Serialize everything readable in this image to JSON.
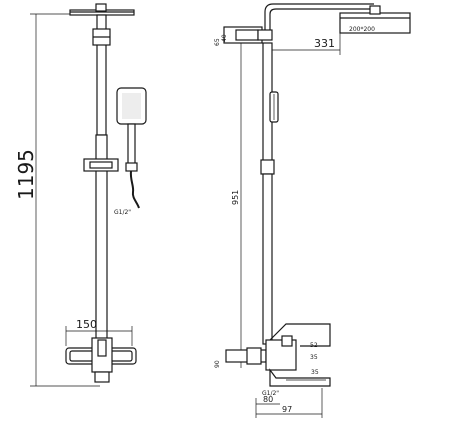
{
  "drawing": {
    "dimensions": {
      "overall_height": "1195",
      "arm_length": "331",
      "head_size": "200*200",
      "mixer_width": "150",
      "bar_height": "951",
      "left_label_top": "G1/2",
      "left_label_side": "150",
      "hose_thread": "G1/2\"",
      "outlet_thread": "G1/2\"",
      "spout_offset": "80",
      "spout_projection": "97",
      "label_35": "35",
      "label_52": "52",
      "label_40": "40",
      "label_65": "65",
      "label_90": "90"
    }
  }
}
